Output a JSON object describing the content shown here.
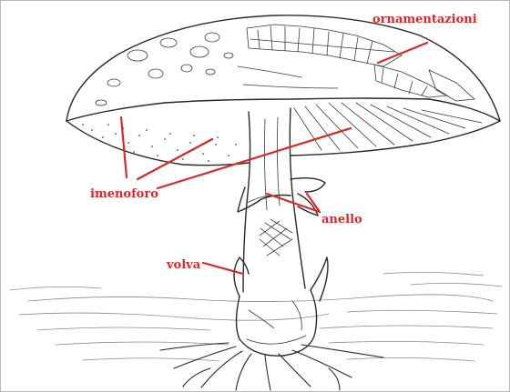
{
  "labels": {
    "ornamentazioni": "ornamentazioni",
    "imenoforo": "imenoforo",
    "anello": "anello",
    "volva": "volva"
  },
  "colors": {
    "label_red": "#d42a2a",
    "ink": "#2a2a2a",
    "background": "#ffffff"
  }
}
